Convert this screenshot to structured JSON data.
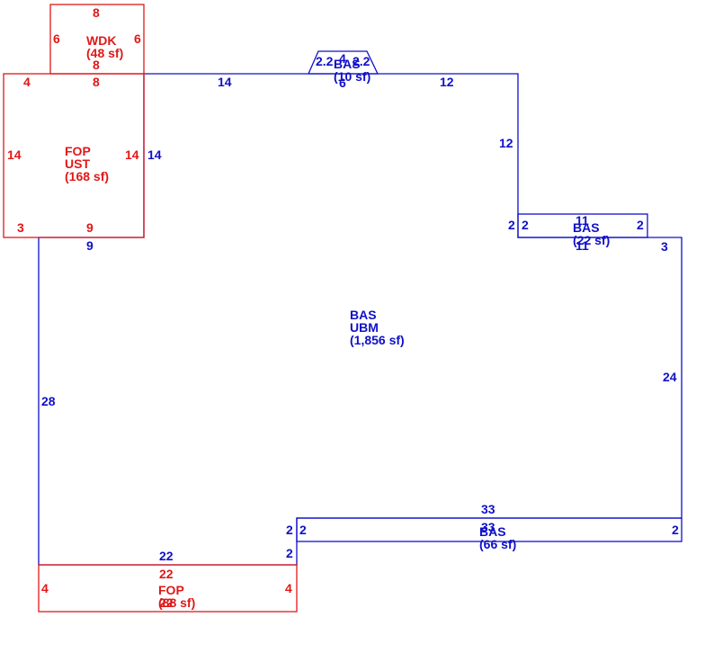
{
  "colors": {
    "blue": "#1010c8",
    "red": "#e01818"
  },
  "areas": {
    "wdk": {
      "code": "WDK",
      "area": "(48 sf)"
    },
    "fop_ust": {
      "code1": "FOP",
      "code2": "UST",
      "area": "(168 sf)"
    },
    "bas_small_top": {
      "code": "BAS",
      "area": "(10 sf)"
    },
    "bas_main": {
      "code1": "BAS",
      "code2": "UBM",
      "area": "(1,856 sf)"
    },
    "bas_right": {
      "code": "BAS",
      "area": "(22 sf)"
    },
    "bas_bottom": {
      "code": "BAS",
      "area": "(66 sf)"
    },
    "fop_bottom": {
      "code": "FOP",
      "area": "(88 sf)"
    }
  },
  "dims": {
    "wdk_top": "8",
    "wdk_left": "6",
    "wdk_right": "6",
    "wdk_bottom": "8",
    "fop_top_left": "4",
    "fop_top": "8",
    "fop_left": "14",
    "fop_right": "14",
    "fop_bottom_left": "3",
    "fop_bottom": "9",
    "main_right_of_fop": "14",
    "main_below_fop": "9",
    "top_left_run": "14",
    "top_right_run": "12",
    "bump_left": "2.2",
    "bump_right": "2.2",
    "bump_top": "4",
    "bump_bottom": "6",
    "right_step": "12",
    "bas_right_left_out": "2",
    "bas_right_left_in": "2",
    "bas_right_top": "11",
    "bas_right_right": "2",
    "bas_right_bottom": "11",
    "right_top_short": "3",
    "right_side": "24",
    "left_side": "28",
    "bas_bottom_top": "33",
    "bas_bottom_mid": "33",
    "bas_bottom_left_out": "2",
    "bas_bottom_left_in": "2",
    "bas_bottom_right": "2",
    "step_down": "2",
    "bottom_main": "22",
    "fop_b_top": "22",
    "fop_b_left": "4",
    "fop_b_right": "4",
    "fop_b_bottom": "22"
  }
}
